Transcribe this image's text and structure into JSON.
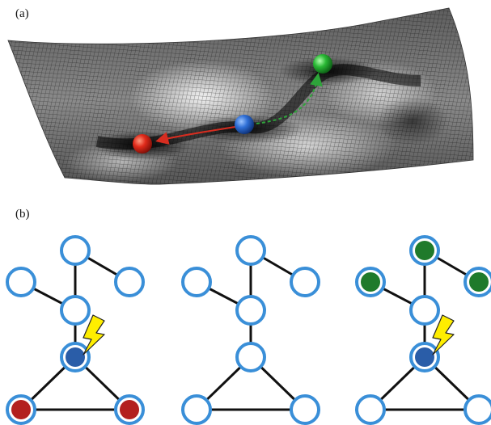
{
  "panels": {
    "a": {
      "label": "(a)"
    },
    "b": {
      "label": "(b)"
    }
  },
  "colors": {
    "surface_dark": "#1c1c1c",
    "surface_mid": "#6e6e6e",
    "surface_light": "#d9d9d9",
    "node_stroke": "#3a8fd8",
    "node_fill_default": "#ffffff",
    "node_fill_red": "#b3201f",
    "node_fill_blue": "#2a5da8",
    "node_fill_green": "#1f7a2b",
    "edge": "#111111",
    "lightning_fill": "#ffee00",
    "lightning_stroke": "#222222",
    "ball_red": "#e02a1a",
    "ball_blue": "#2f6fd6",
    "ball_green": "#29b834",
    "arrow_red": "#d62d20",
    "arrow_green": "#2ea43a"
  },
  "landscape": {
    "balls": [
      {
        "name": "red-ball",
        "color": "red"
      },
      {
        "name": "blue-ball",
        "color": "blue"
      },
      {
        "name": "green-ball",
        "color": "green"
      }
    ],
    "arrows": [
      {
        "name": "arrow-blue-to-red",
        "from": "blue",
        "to": "red",
        "style": "solid"
      },
      {
        "name": "arrow-blue-to-green",
        "from": "blue",
        "to": "green",
        "style": "dashed"
      }
    ]
  },
  "graphs": [
    {
      "name": "graph-left",
      "node_states": [
        "default",
        "default",
        "default",
        "default",
        "blue",
        "red",
        "red"
      ],
      "lightning": true
    },
    {
      "name": "graph-middle",
      "node_states": [
        "default",
        "default",
        "default",
        "default",
        "default",
        "default",
        "default"
      ],
      "lightning": false
    },
    {
      "name": "graph-right",
      "node_states": [
        "green",
        "green",
        "green",
        "default",
        "blue",
        "default",
        "default"
      ],
      "lightning": true
    }
  ],
  "graph_topology": {
    "nodes": [
      "top",
      "left",
      "right",
      "mid",
      "center",
      "bottom-left",
      "bottom-right"
    ],
    "edges": [
      [
        "top",
        "right"
      ],
      [
        "top",
        "mid"
      ],
      [
        "left",
        "mid"
      ],
      [
        "mid",
        "center"
      ],
      [
        "center",
        "bottom-left"
      ],
      [
        "center",
        "bottom-right"
      ],
      [
        "bottom-left",
        "bottom-right"
      ]
    ]
  }
}
